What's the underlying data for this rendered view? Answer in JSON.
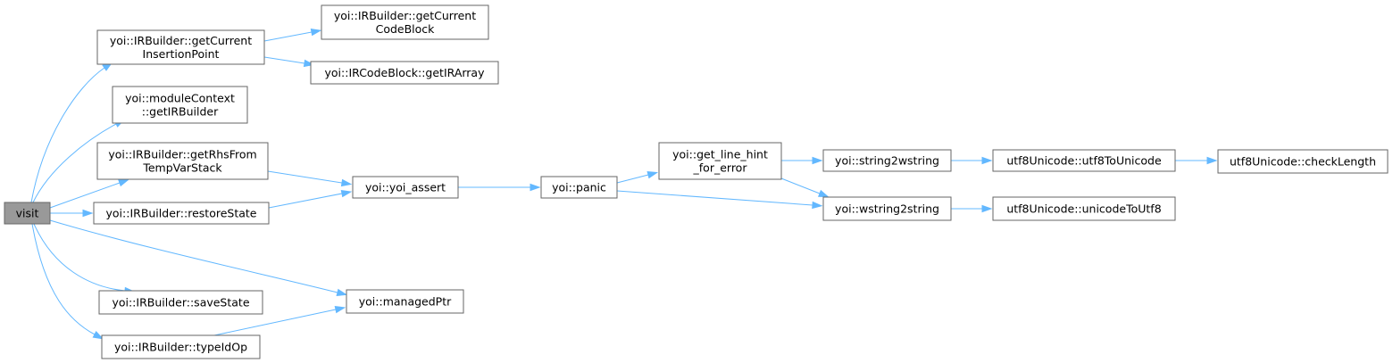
{
  "nodes": [
    {
      "id": "visit",
      "lines": [
        "visit"
      ],
      "root": true
    },
    {
      "id": "getCurrentInsertionPoint",
      "lines": [
        "yoi::IRBuilder::getCurrent",
        "InsertionPoint"
      ]
    },
    {
      "id": "getCurrentCodeBlock",
      "lines": [
        "yoi::IRBuilder::getCurrent",
        "CodeBlock"
      ]
    },
    {
      "id": "getIRArray",
      "lines": [
        "yoi::IRCodeBlock::getIRArray"
      ]
    },
    {
      "id": "getIRBuilder",
      "lines": [
        "yoi::moduleContext",
        "::getIRBuilder"
      ]
    },
    {
      "id": "getRhsFromTempVarStack",
      "lines": [
        "yoi::IRBuilder::getRhsFrom",
        "TempVarStack"
      ]
    },
    {
      "id": "restoreState",
      "lines": [
        "yoi::IRBuilder::restoreState"
      ]
    },
    {
      "id": "yoi_assert",
      "lines": [
        "yoi::yoi_assert"
      ]
    },
    {
      "id": "panic",
      "lines": [
        "yoi::panic"
      ]
    },
    {
      "id": "get_line_hint_for_error",
      "lines": [
        "yoi::get_line_hint",
        "_for_error"
      ]
    },
    {
      "id": "string2wstring",
      "lines": [
        "yoi::string2wstring"
      ]
    },
    {
      "id": "wstring2string",
      "lines": [
        "yoi::wstring2string"
      ]
    },
    {
      "id": "utf8ToUnicode",
      "lines": [
        "utf8Unicode::utf8ToUnicode"
      ]
    },
    {
      "id": "unicodeToUtf8",
      "lines": [
        "utf8Unicode::unicodeToUtf8"
      ]
    },
    {
      "id": "checkLength",
      "lines": [
        "utf8Unicode::checkLength"
      ]
    },
    {
      "id": "saveState",
      "lines": [
        "yoi::IRBuilder::saveState"
      ]
    },
    {
      "id": "managedPtr",
      "lines": [
        "yoi::managedPtr"
      ]
    },
    {
      "id": "typeIdOp",
      "lines": [
        "yoi::IRBuilder::typeIdOp"
      ]
    }
  ],
  "edges": [
    {
      "from": "visit",
      "to": "getCurrentInsertionPoint"
    },
    {
      "from": "visit",
      "to": "getIRBuilder"
    },
    {
      "from": "visit",
      "to": "getRhsFromTempVarStack"
    },
    {
      "from": "visit",
      "to": "restoreState"
    },
    {
      "from": "visit",
      "to": "managedPtr"
    },
    {
      "from": "visit",
      "to": "saveState"
    },
    {
      "from": "visit",
      "to": "typeIdOp"
    },
    {
      "from": "getCurrentInsertionPoint",
      "to": "getCurrentCodeBlock"
    },
    {
      "from": "getCurrentInsertionPoint",
      "to": "getIRArray"
    },
    {
      "from": "getRhsFromTempVarStack",
      "to": "yoi_assert"
    },
    {
      "from": "restoreState",
      "to": "yoi_assert"
    },
    {
      "from": "yoi_assert",
      "to": "panic"
    },
    {
      "from": "panic",
      "to": "get_line_hint_for_error"
    },
    {
      "from": "panic",
      "to": "wstring2string"
    },
    {
      "from": "get_line_hint_for_error",
      "to": "string2wstring"
    },
    {
      "from": "get_line_hint_for_error",
      "to": "wstring2string"
    },
    {
      "from": "string2wstring",
      "to": "utf8ToUnicode"
    },
    {
      "from": "utf8ToUnicode",
      "to": "checkLength"
    },
    {
      "from": "wstring2string",
      "to": "unicodeToUtf8"
    },
    {
      "from": "typeIdOp",
      "to": "managedPtr"
    }
  ],
  "colors": {
    "edge": "#63b8ff",
    "node_border": "#666666",
    "root_fill": "#999999",
    "node_fill": "#ffffff"
  }
}
